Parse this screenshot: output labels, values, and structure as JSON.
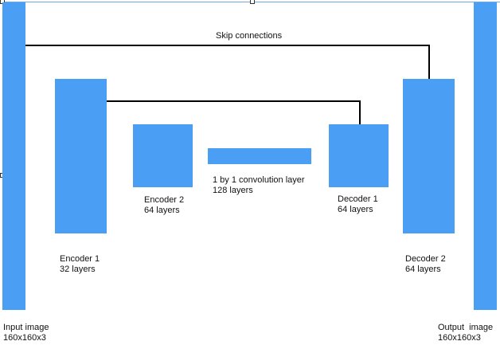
{
  "diagram": {
    "skip_label": "Skip connections",
    "input": {
      "name": "Input image",
      "size": "160x160x3"
    },
    "encoder1": {
      "name": "Encoder 1",
      "layers": "32 layers"
    },
    "encoder2": {
      "name": "Encoder 2",
      "layers": "64 layers"
    },
    "bottleneck": {
      "name": "1 by 1 convolution layer",
      "layers": "128 layers"
    },
    "decoder1": {
      "name": "Decoder 1",
      "layers": "64 layers"
    },
    "decoder2": {
      "name": "Decoder 2",
      "layers": "64 layers"
    },
    "output": {
      "name": "Output  image",
      "size": "160x160x3"
    }
  },
  "colors": {
    "block": "#4a9ff5",
    "connector": "#000000"
  }
}
